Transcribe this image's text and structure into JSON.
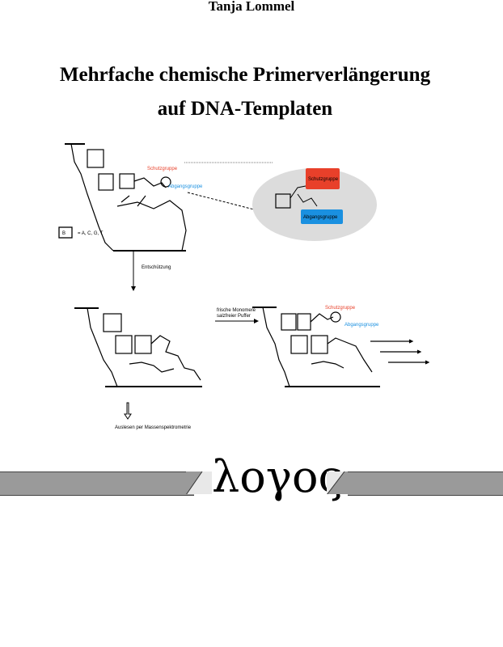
{
  "author": "Tanja Lommel",
  "title_lines": [
    "Mehrfache chemische Primerverlängerung",
    "auf DNA-Templaten"
  ],
  "figure": {
    "protecting_group": "Schutzgruppe",
    "leaving_group": "Abgangsgruppe",
    "base_legend": "= A, C, G, T",
    "base_label": "B",
    "step_deprotection": "Entschützung",
    "step_fresh_monomers_1": "frische Monomere",
    "step_fresh_monomers_2": "salzfreier Puffer",
    "step_readout": "Auslesen per Massenspektrometrie",
    "colors": {
      "protecting_group": "#e8402a",
      "leaving_group": "#1a90e0",
      "ellipse": "#dcdcdc"
    }
  },
  "publisher_logo": "λογος"
}
